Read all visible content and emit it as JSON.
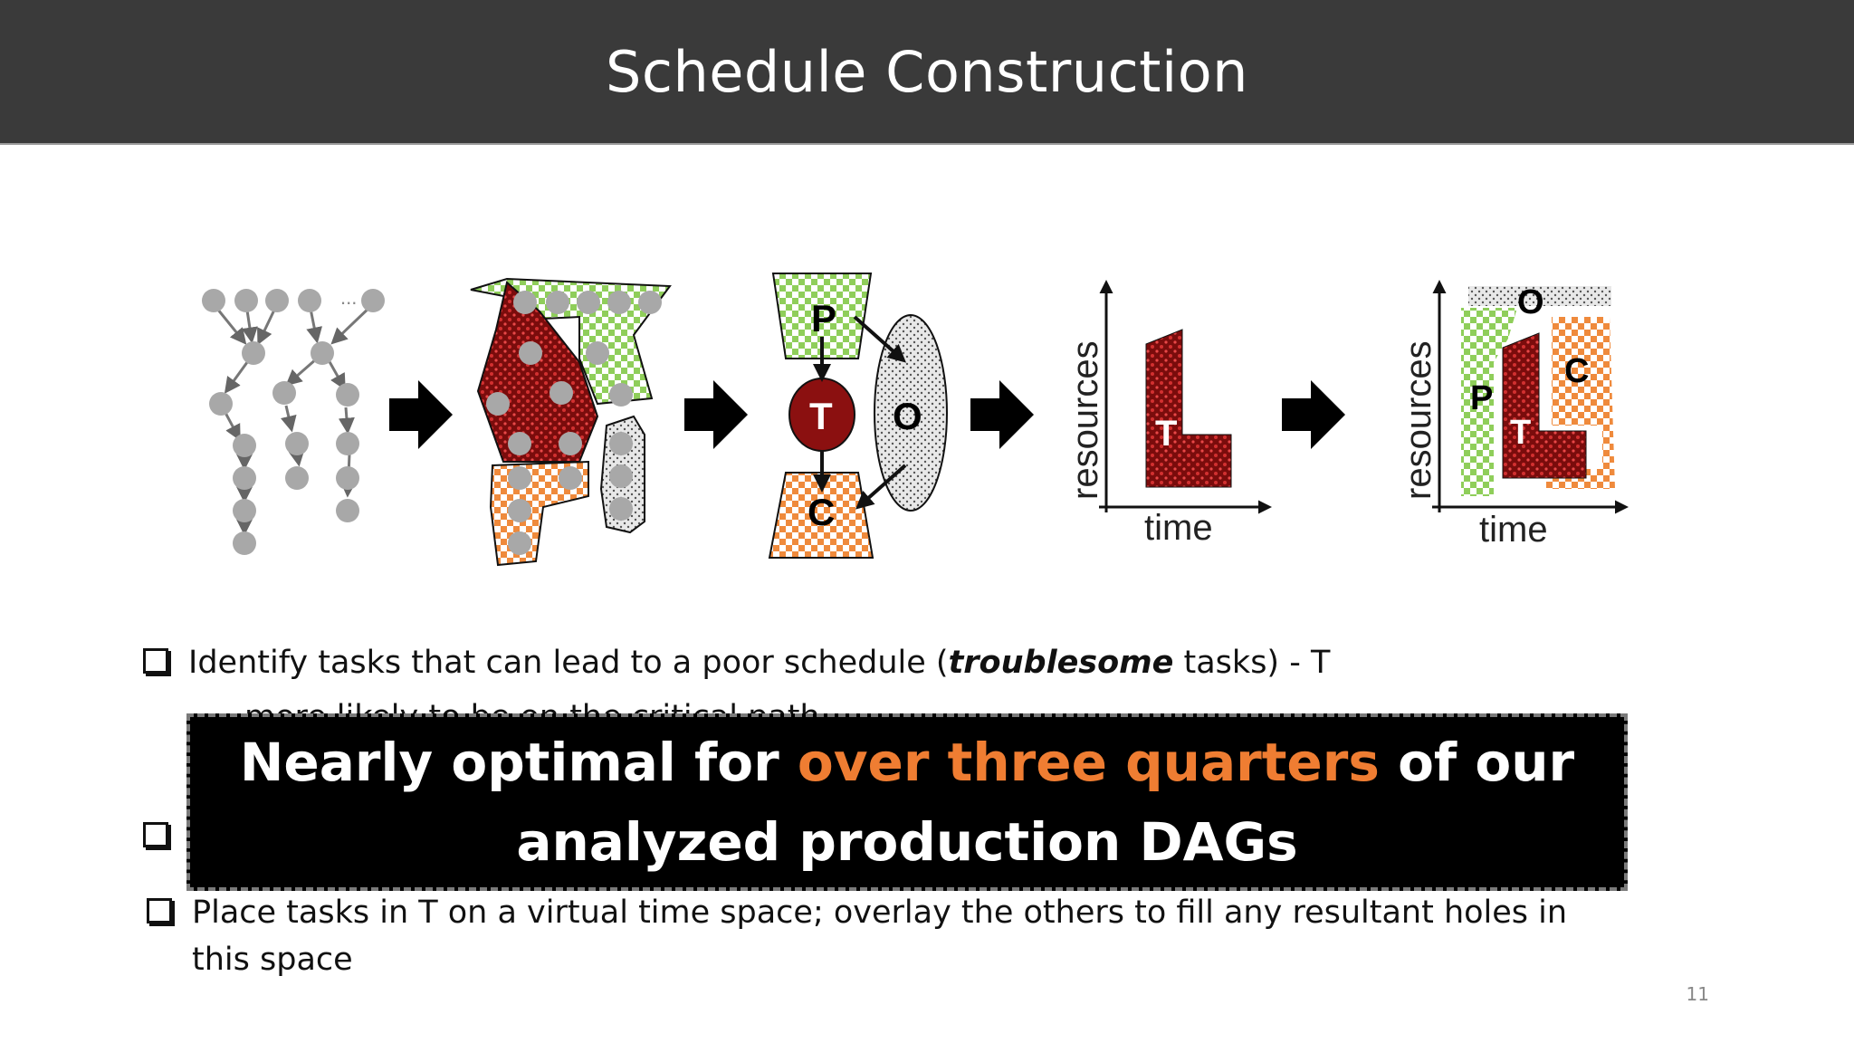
{
  "slide": {
    "title": "Schedule Construction",
    "page_number": "11"
  },
  "diagram": {
    "labels": {
      "p": "P",
      "t": "T",
      "o": "O",
      "c": "C",
      "resources": "resources",
      "time": "time",
      "ellipsis": "..."
    }
  },
  "bullets": {
    "b1_pre": "Identify tasks that can lead to a poor schedule (",
    "b1_em": "troublesome",
    "b1_post": " tasks) - T",
    "b1_sub_partial": "more likely to be on the critical path",
    "b3_line1": "Place tasks in T on a virtual time space; overlay the others to fill any resultant holes in",
    "b3_line2": "this space"
  },
  "overlay": {
    "pre": "Nearly optimal for ",
    "highlight": "over three quarters",
    "post": " of our",
    "line2": "analyzed production DAGs"
  },
  "colors": {
    "title_bar": "#3a3a3a",
    "highlight": "#ef7d32",
    "dag_node": "#a8a8a8",
    "troublesome": "#8b1010",
    "parents": "#8fce5a",
    "children": "#ef8a3c",
    "others": "#cfcfcf"
  }
}
